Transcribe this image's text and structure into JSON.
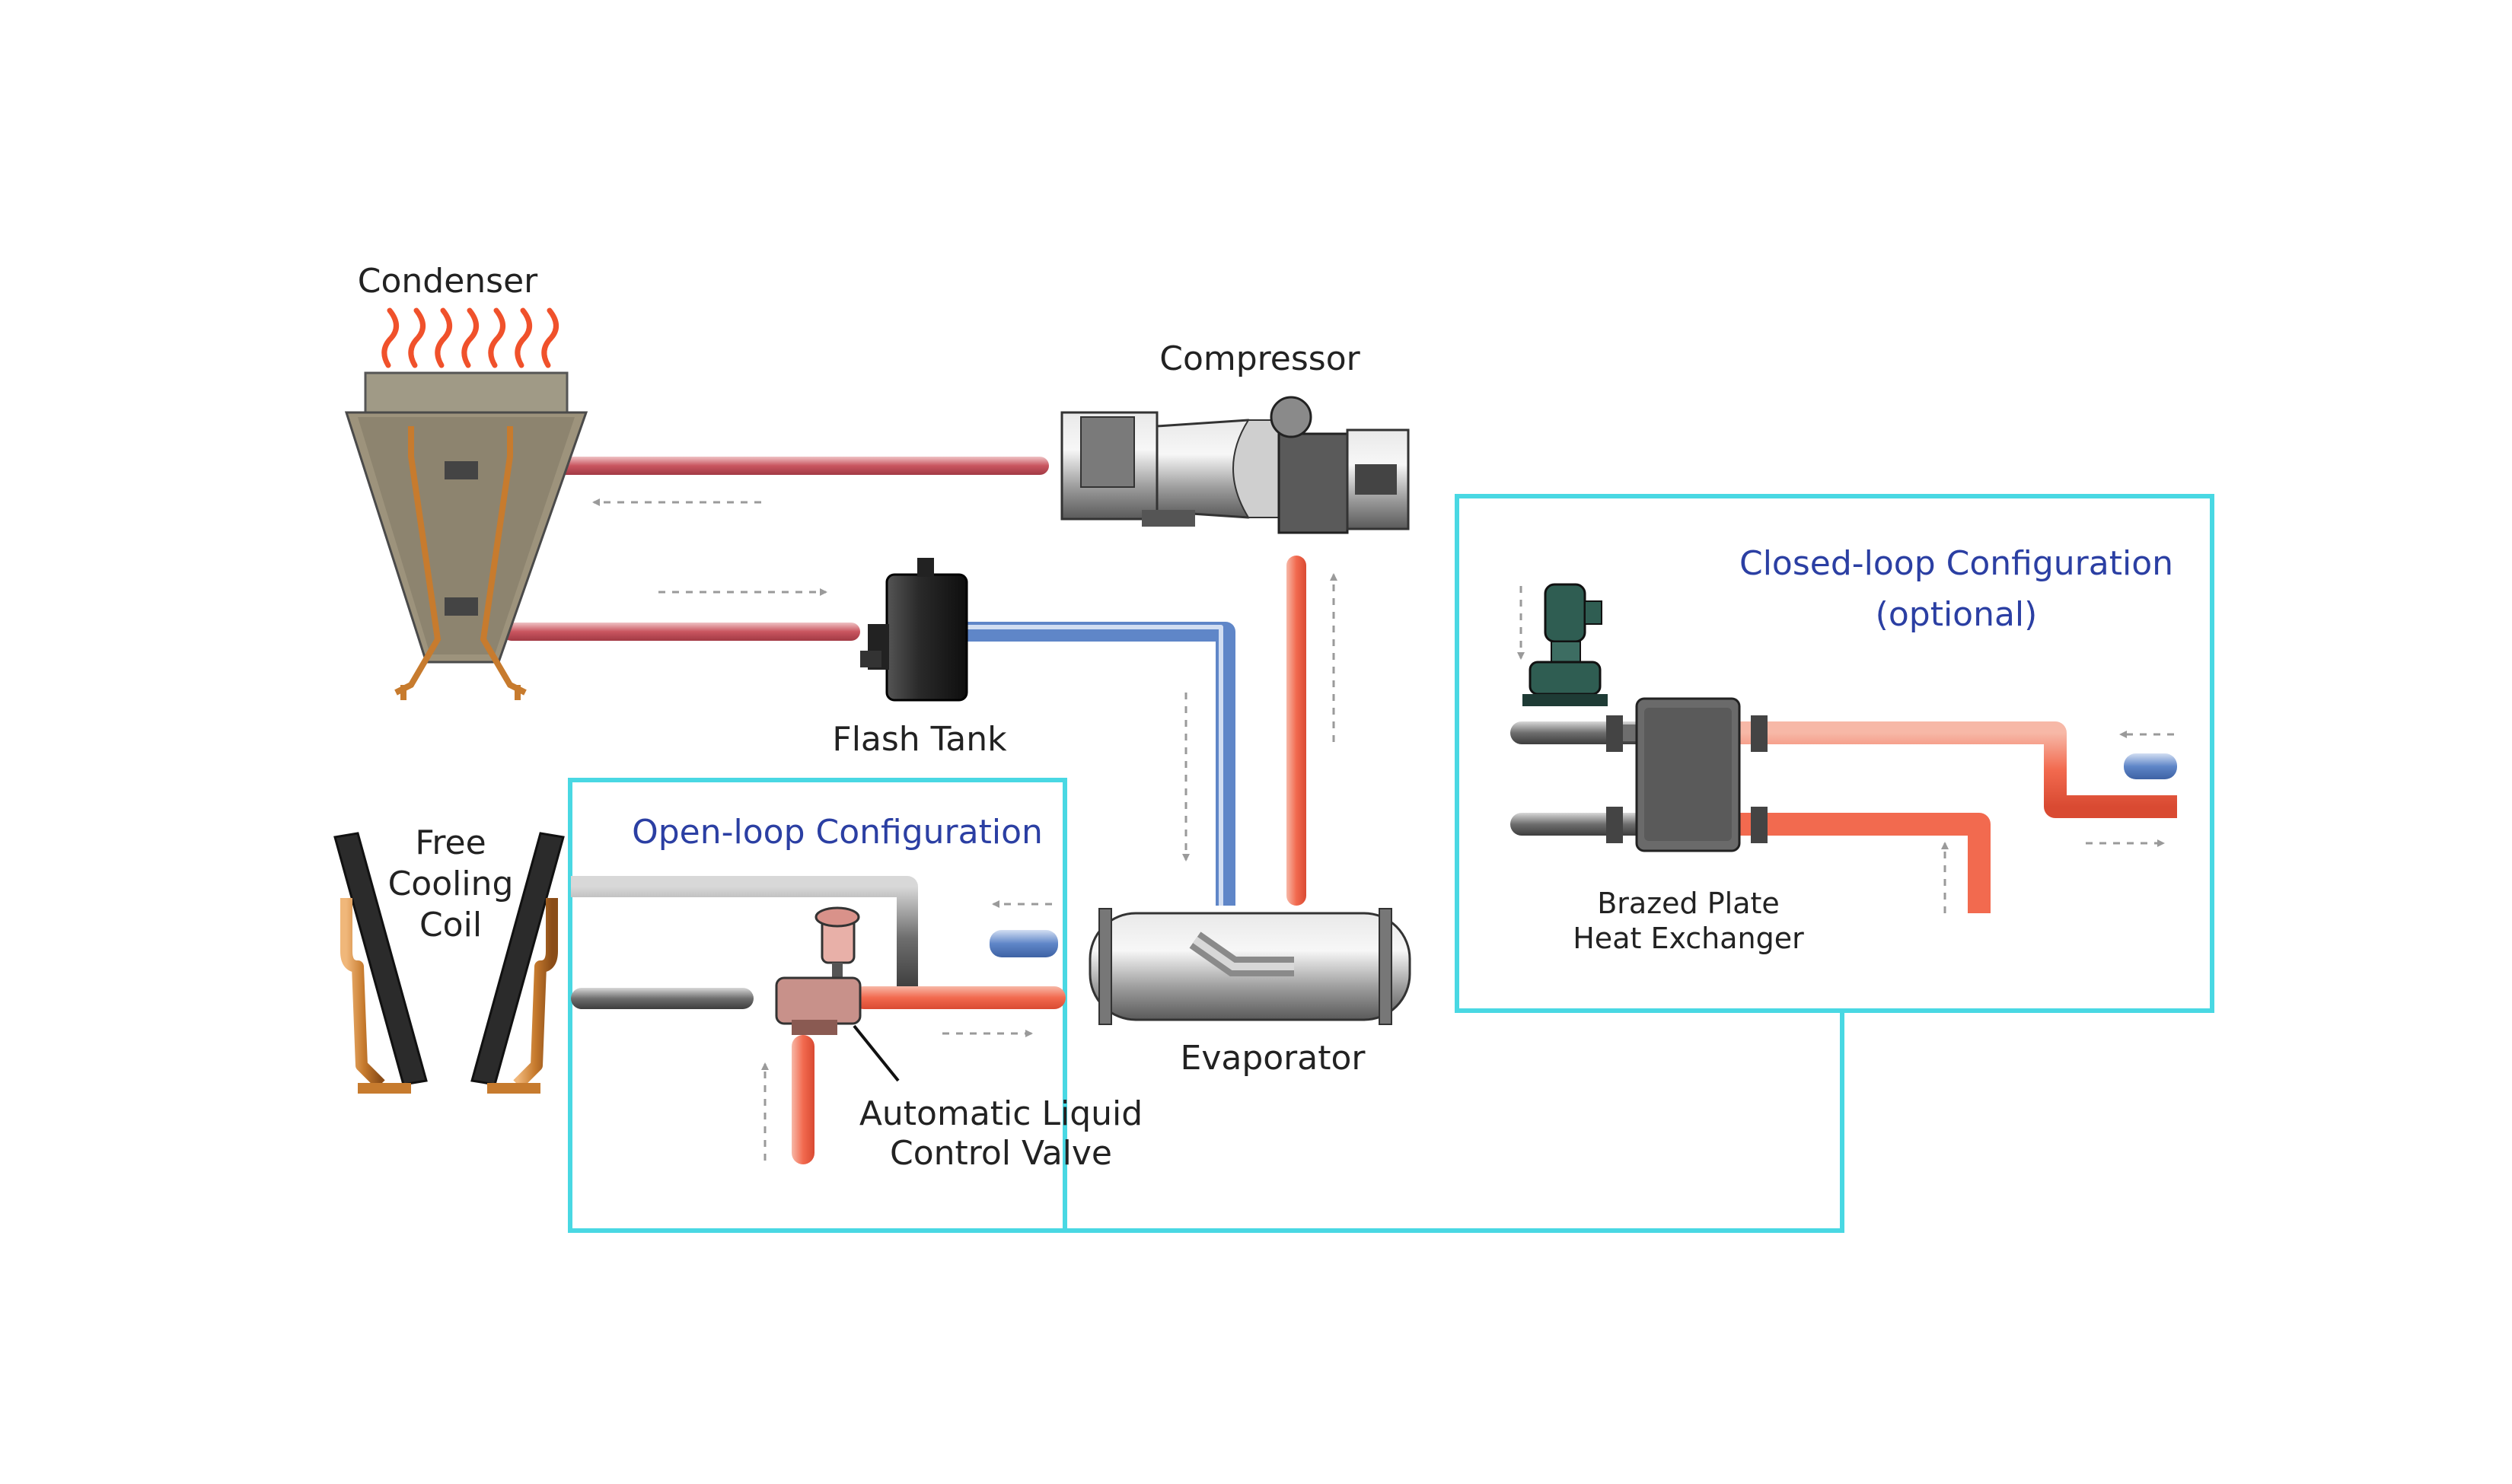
{
  "labels": {
    "condenser": "Condenser",
    "compressor": "Compressor",
    "flash_tank": "Flash Tank",
    "free_cooling_coil": [
      "Free",
      "Cooling",
      "Coil"
    ],
    "open_loop": "Open-loop Configuration",
    "closed_loop": [
      "Closed-loop Configuration",
      "(optional)"
    ],
    "evaporator": "Evaporator",
    "valve": [
      "Automatic Liquid",
      "Control Valve"
    ],
    "heat_exchanger": [
      "Brazed Plate",
      "Heat Exchanger"
    ]
  },
  "icons": [
    "condenser-icon",
    "flame-icon",
    "compressor-icon",
    "flash-tank-icon",
    "evaporator-icon",
    "free-cooling-coil-icon",
    "control-valve-icon",
    "pump-icon",
    "heat-exchanger-icon",
    "flow-arrow-icon"
  ],
  "colors": {
    "config_frame": "#49d8e3",
    "config_label": "#2b3fa3",
    "hot_pipe": "#f26a4f",
    "refrigerant_pipe": "#c9555f",
    "cold_pipe": "#5f86c8",
    "water_pipe": "#6e6e6e",
    "copper": "#c77b2e",
    "flame": "#f0512b"
  }
}
